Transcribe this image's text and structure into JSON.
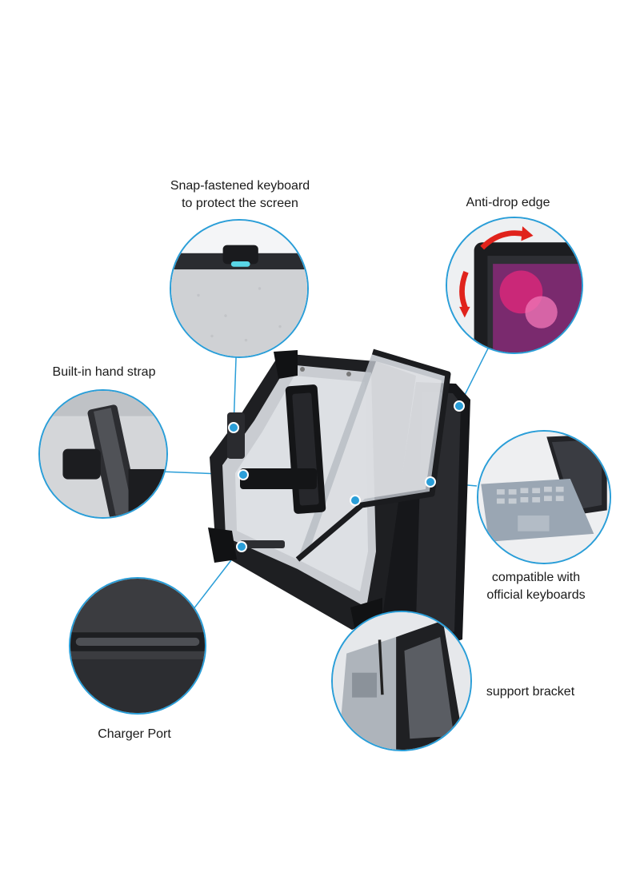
{
  "labels": {
    "snap_line1": "Snap-fastened keyboard",
    "snap_line2": "to protect the screen",
    "anti_drop": "Anti-drop edge",
    "hand_strap": "Built-in hand strap",
    "compat_line1": "compatible with",
    "compat_line2": "official keyboards",
    "charger_port": "Charger Port",
    "support_bracket": "support bracket"
  },
  "colors": {
    "accent_blue": "#2a9ed8",
    "case_black": "#1e1f22",
    "arrow_red": "#e0231c",
    "screen_magenta": "#d8287a"
  },
  "icons": [
    "red-rotate-arrow-icon"
  ]
}
